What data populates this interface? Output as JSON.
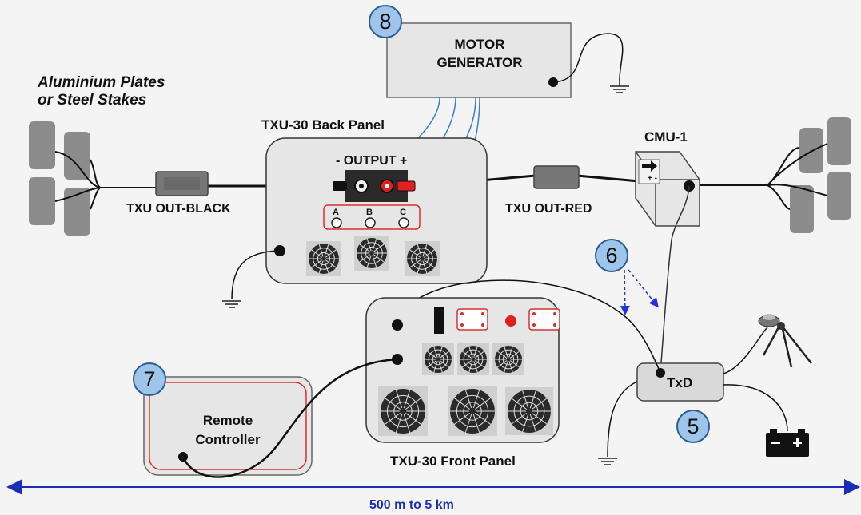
{
  "labels": {
    "plates": "Aluminium Plates\nor Steel Stakes",
    "motor_generator": "MOTOR\nGENERATOR",
    "back_panel": "TXU-30 Back Panel",
    "output": "- OUTPUT +",
    "phase_a": "A",
    "phase_b": "B",
    "phase_c": "C",
    "txu_out_black": "TXU OUT-BLACK",
    "txu_out_red": "TXU OUT-RED",
    "cmu": "CMU-1",
    "txd": "TxD",
    "remote_controller": "Remote\nController",
    "front_panel": "TXU-30 Front Panel",
    "distance": "500 m to 5 km"
  },
  "badges": {
    "b5": "5",
    "b6": "6",
    "b7": "7",
    "b8": "8"
  },
  "colors": {
    "background": "#f4f4f4",
    "panel_fill": "#e6e6e6",
    "badge_fill": "#9fc6ea",
    "badge_border": "#2f5d92",
    "connector_red": "#e0201e",
    "distance_arrow": "#1b2fb5",
    "dashed_arrow": "#2233dd",
    "wire_blue": "#3f7ec2"
  },
  "icons": [
    "ground-icon",
    "fan-icon",
    "battery-icon",
    "gps-antenna-icon",
    "direction-arrow-icon"
  ]
}
